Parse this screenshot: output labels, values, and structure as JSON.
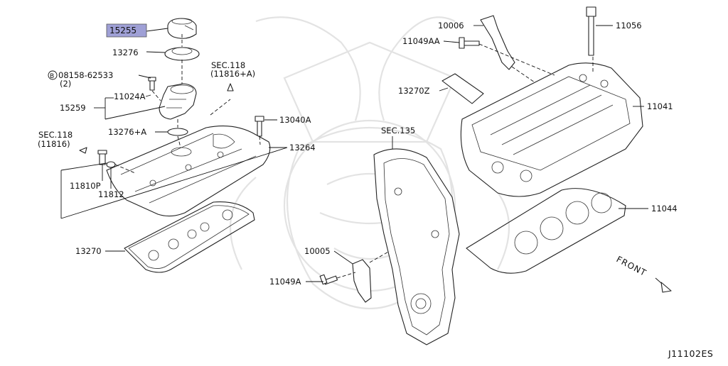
{
  "diagram_id": "J11102ES",
  "highlight": {
    "part": "15255",
    "color": "#9fa0d6"
  },
  "front_label": "FRONT",
  "labels": {
    "p15255": "15255",
    "p13276": "13276",
    "p08158_bolt": "08158-62533",
    "p08158_qty": "(2)",
    "p08158_symbol": "B",
    "p11024A": "11024A",
    "p15259": "15259",
    "p13276A": "13276+A",
    "sec118_top_line1": "SEC.118",
    "sec118_top_line2": "(11816+A)",
    "p13040A": "13040A",
    "sec118_left_line1": "SEC.118",
    "sec118_left_line2": "(11816)",
    "p13264": "13264",
    "p11810P": "11810P",
    "p11812": "11812",
    "p13270": "13270",
    "p10006": "10006",
    "p11049AA": "11049AA",
    "p11056": "11056",
    "p13270Z": "13270Z",
    "p11041": "11041",
    "sec135_line1": "SEC.135",
    "p11044": "11044",
    "p10005": "10005",
    "p11049A": "11049A"
  }
}
